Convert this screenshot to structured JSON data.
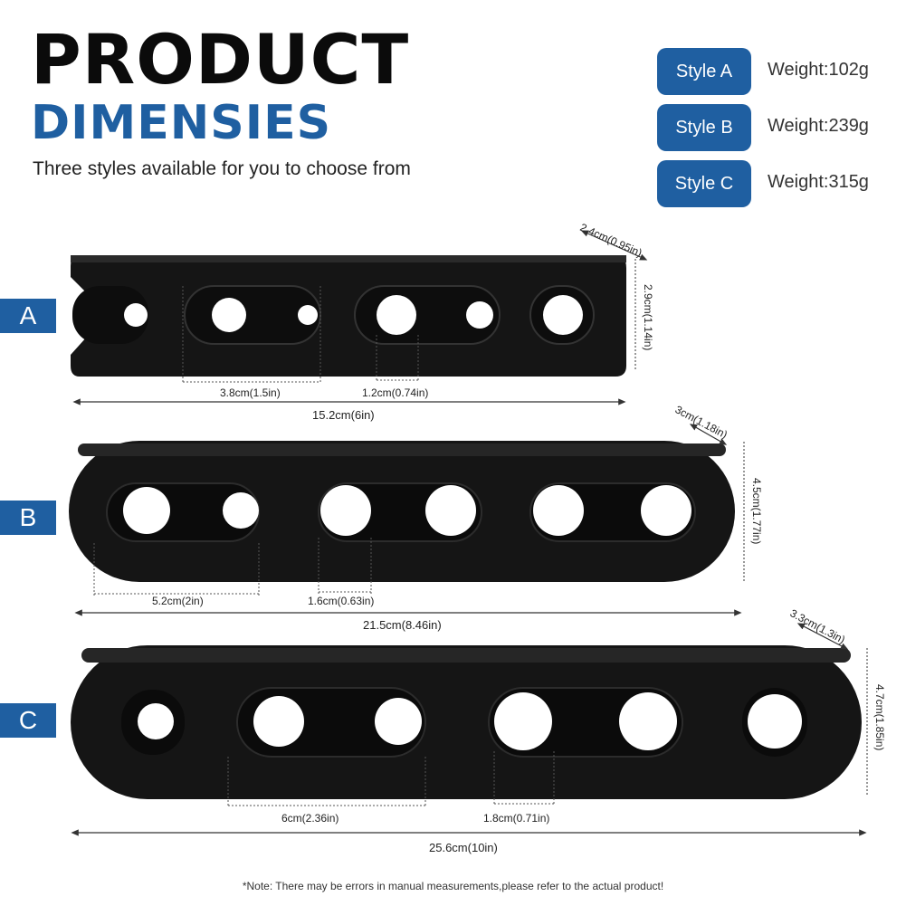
{
  "header": {
    "title_line1": "PRODUCT",
    "title_line2": "DIMENSIES",
    "subtitle": "Three styles available for you to choose from"
  },
  "styles": [
    {
      "label": "Style A",
      "weight": "Weight:102g"
    },
    {
      "label": "Style B",
      "weight": "Weight:239g"
    },
    {
      "label": "Style C",
      "weight": "Weight:315g"
    }
  ],
  "tags": [
    "A",
    "B",
    "C"
  ],
  "dimensions": {
    "a": {
      "depth": "2.4cm(0.95in)",
      "height": "2.9cm(1.14in)",
      "slot": "3.8cm(1.5in)",
      "hole": "1.2cm(0.74in)",
      "length": "15.2cm(6in)"
    },
    "b": {
      "depth": "3cm(1.18in)",
      "height": "4.5cm(1.77in)",
      "slot": "5.2cm(2in)",
      "hole": "1.6cm(0.63in)",
      "length": "21.5cm(8.46in)"
    },
    "c": {
      "depth": "3.3cm(1.3in)",
      "height": "4.7cm(1.85in)",
      "slot": "6cm(2.36in)",
      "hole": "1.8cm(0.71in)",
      "length": "25.6cm(10in)"
    }
  },
  "note": "*Note: There may be errors in manual measurements,please refer to the actual product!",
  "colors": {
    "accent": "#1f5fa1",
    "product": "#151515"
  }
}
